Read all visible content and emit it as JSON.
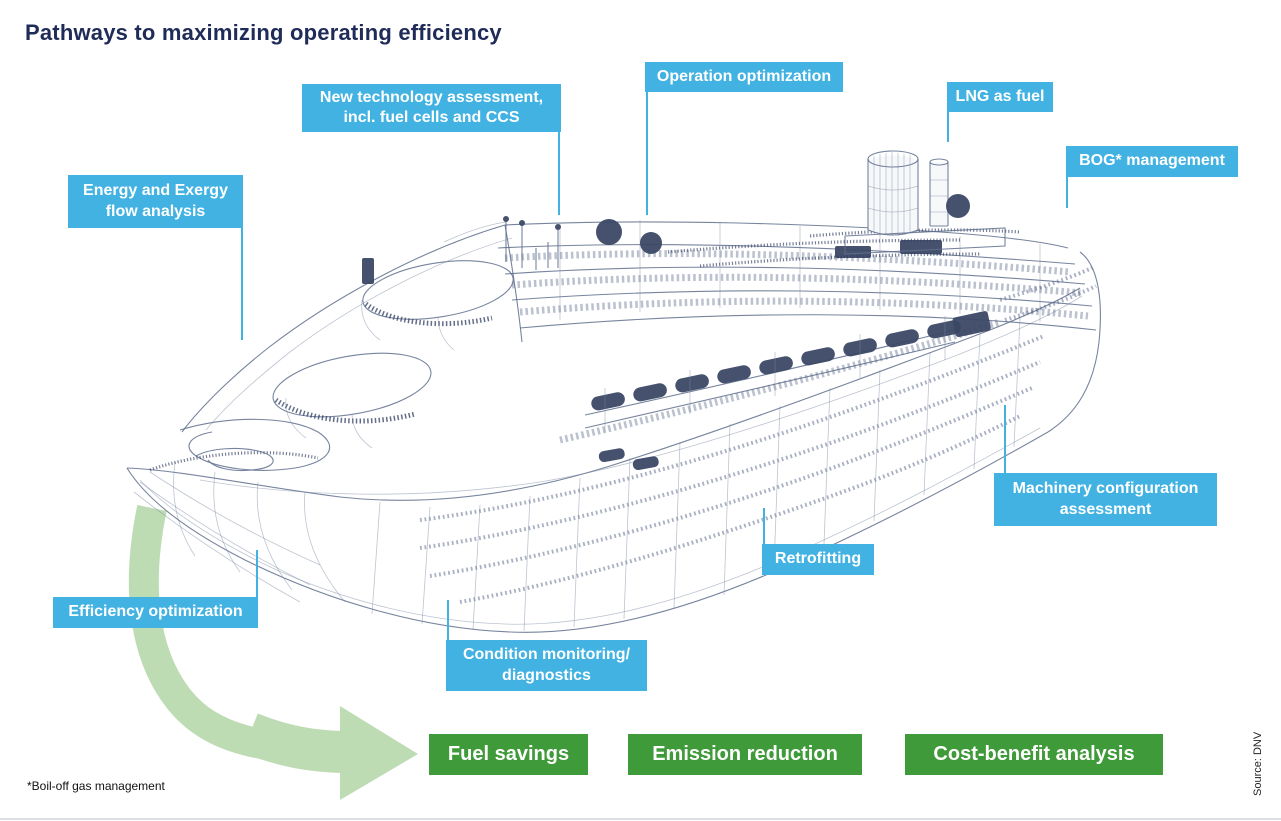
{
  "title": "Pathways to maximizing operating efficiency",
  "callouts": {
    "new_technology": "New technology assessment, incl. fuel cells and CCS",
    "operation": "Operation optimization",
    "lng": "LNG as fuel",
    "bog": "BOG* management",
    "energy_exergy": "Energy and Exergy flow analysis",
    "machinery": "Machinery configuration assessment",
    "retrofitting": "Retrofitting",
    "efficiency": "Efficiency optimization",
    "condition": "Condition monitoring/ diagnostics"
  },
  "results": {
    "fuel_savings": "Fuel savings",
    "emission_reduction": "Emission reduction",
    "cost_benefit": "Cost-benefit analysis"
  },
  "footnote": "*Boil-off gas management",
  "source": "Source: DNV",
  "colors": {
    "callout_blue": "#41b2e2",
    "result_green": "#3f9a39",
    "arrow_green": "#bedcb3",
    "title_navy": "#1f2b58",
    "wireframe_line": "#5f6f8d"
  }
}
